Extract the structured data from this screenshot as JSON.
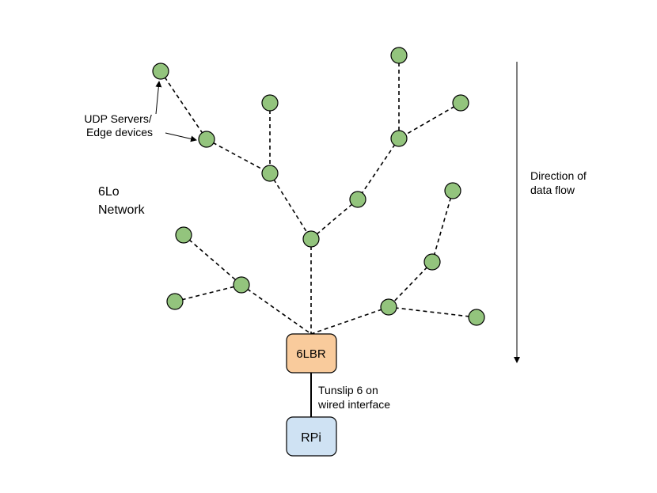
{
  "network_label": [
    "6Lo",
    "Network"
  ],
  "servers_label": [
    "UDP Servers/",
    "Edge devices"
  ],
  "flow_label": [
    "Direction of",
    "data flow"
  ],
  "border_router": "6LBR",
  "tunnel_label": [
    "Tunslip 6 on",
    "wired interface"
  ],
  "host": "RPi",
  "colors": {
    "node_fill": "#93c47d",
    "border_router_fill": "#f9cb9c",
    "host_fill": "#cfe2f3",
    "line": "#000000"
  }
}
